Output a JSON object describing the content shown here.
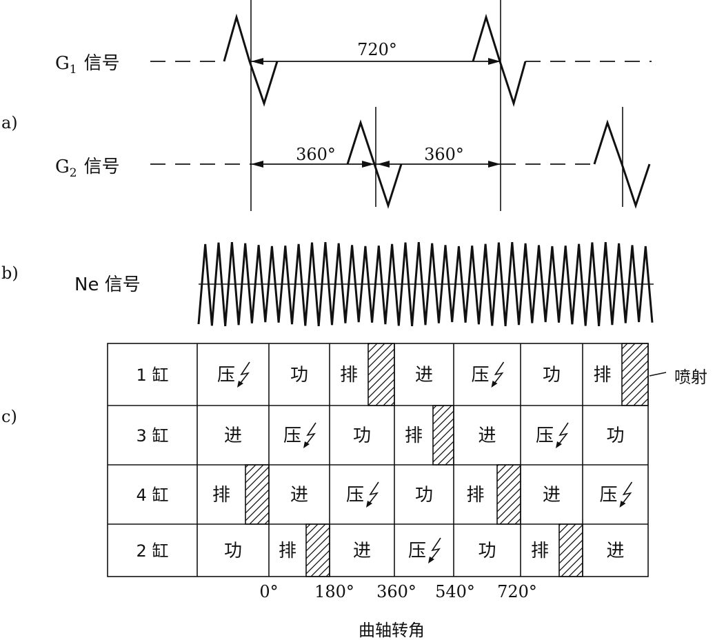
{
  "part_labels": {
    "a": "a)",
    "b": "b)",
    "c": "c)"
  },
  "g1": {
    "label": "G",
    "subscript": "1",
    "suffix": "信号",
    "interval": "720°"
  },
  "g2": {
    "label": "G",
    "subscript": "2",
    "suffix": "信号",
    "interval_left": "360°",
    "interval_right": "360°"
  },
  "ne": {
    "label": "Ne 信号"
  },
  "cylinders": [
    {
      "label": "1 缸",
      "cells": [
        "压",
        "功",
        "排",
        "进",
        "压",
        "功",
        "排"
      ]
    },
    {
      "label": "3 缸",
      "cells": [
        "进",
        "压",
        "功",
        "排",
        "进",
        "压",
        "功"
      ]
    },
    {
      "label": "4 缸",
      "cells": [
        "排",
        "进",
        "压",
        "功",
        "排",
        "进",
        "压"
      ]
    },
    {
      "label": "2 缸",
      "cells": [
        "功",
        "排",
        "进",
        "压",
        "功",
        "排",
        "进"
      ]
    }
  ],
  "injection_label": "喷射",
  "x_ticks": [
    "0°",
    "180°",
    "360°",
    "540°",
    "720°"
  ],
  "x_axis_label": "曲轴转角",
  "icons": {
    "spark": "spark-icon",
    "injection": "injection-hatch-icon"
  },
  "colors": {
    "ink": "#111111",
    "background": "#ffffff"
  }
}
